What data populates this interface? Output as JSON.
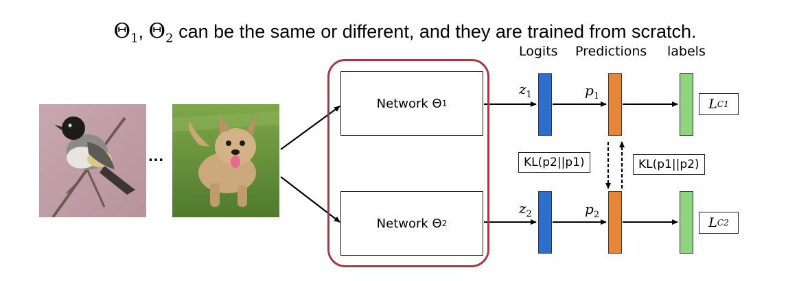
{
  "title": {
    "theta": "Θ",
    "sub1": "1",
    "comma": ", ",
    "sub2": "2",
    "rest": " can be the same or different, and they are trained from scratch."
  },
  "columns": {
    "logits": "Logits",
    "predictions": "Predictions",
    "labels": "labels"
  },
  "ellipsis": "...",
  "networks": [
    {
      "label": "Network Θ",
      "sub": "1"
    },
    {
      "label": "Network Θ",
      "sub": "2"
    }
  ],
  "logits": [
    {
      "sym": "z",
      "sub": "1"
    },
    {
      "sym": "z",
      "sub": "2"
    }
  ],
  "predictions": [
    {
      "sym": "p",
      "sub": "1"
    },
    {
      "sym": "p",
      "sub": "2"
    }
  ],
  "kl": {
    "left": "KL(p2||p1)",
    "right": "KL(p1||p2)"
  },
  "losses": [
    {
      "sym": "L",
      "sub": "C1"
    },
    {
      "sym": "L",
      "sub": "C2"
    }
  ],
  "colors": {
    "logit_bar": "#2e6ec8",
    "prediction_bar": "#e4873a",
    "label_bar": "#8fd47e",
    "group_border": "#a23a48"
  }
}
